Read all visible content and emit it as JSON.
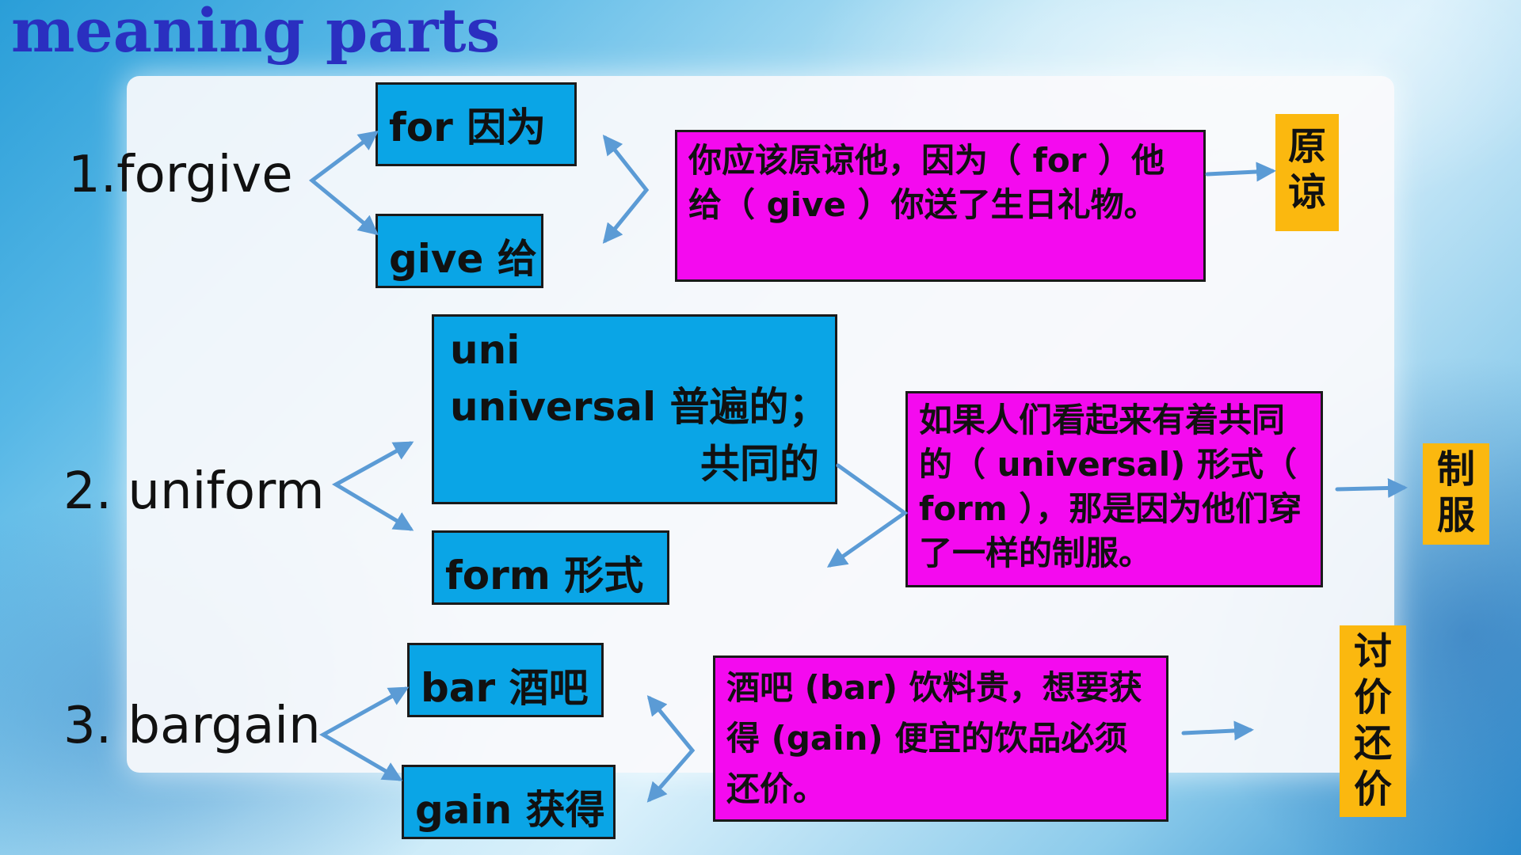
{
  "title": "meaning parts",
  "colors": {
    "part_box": "#0aa5e6",
    "sentence_box": "#f40aef",
    "meaning_box": "#fbb80f",
    "arrow": "#5b9bd5",
    "title": "#2a2fc0"
  },
  "rows": [
    {
      "word": "1.forgive",
      "parts": [
        "for  因为",
        "give 给"
      ],
      "sentence": "你应该原谅他，因为（  for  ）他给（  give  ）你送了生日礼物。",
      "meaning": "原谅"
    },
    {
      "word": "2. uniform",
      "parts": [
        "uni",
        "universal 普遍的；",
        "共同的",
        "form  形式"
      ],
      "sentence": "如果人们看起来有着共同的（  universal) 形式（  form  ），那是因为他们穿了一样的制服。",
      "meaning": "制服"
    },
    {
      "word": "3. bargain",
      "parts": [
        "bar 酒吧",
        "gain 获得"
      ],
      "sentence": "酒吧 (bar) 饮料贵，想要获得 (gain) 便宜的饮品必须还价。",
      "meaning": "讨价还价"
    }
  ]
}
